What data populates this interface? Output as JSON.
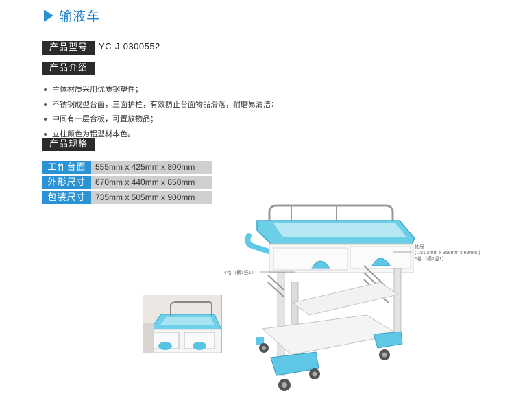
{
  "title": "输液车",
  "model": {
    "label": "产品型号",
    "value": "YC-J-0300552"
  },
  "intro": {
    "label": "产品介绍",
    "items": [
      "主体材质采用优质钢塑件；",
      "不锈钢成型台面，三面护栏，有效防止台面物品滑落，耐磨易清洁；",
      "中间有一层合板，可置放物品；",
      "立柱颜色为铝型材本色。"
    ]
  },
  "specs": {
    "label": "产品规格",
    "rows": [
      {
        "key": "工作台面",
        "value": "555mm x 425mm x 800mm"
      },
      {
        "key": "外形尺寸",
        "value": "670mm x 440mm x 850mm"
      },
      {
        "key": "包装尺寸",
        "value": "735mm x 505mm x 900mm"
      }
    ]
  },
  "annotations": {
    "drawer_label": "抽屉",
    "drawer_size": "( 181.5mm x 358mm x 69mm )",
    "drawer_compartments": "6格（横2竖1）",
    "left_compartments": "4格（横1竖1）"
  },
  "colors": {
    "accent": "#2a93d6",
    "dark_label": "#2b2b2b",
    "cart_blue": "#5fc8e6"
  }
}
